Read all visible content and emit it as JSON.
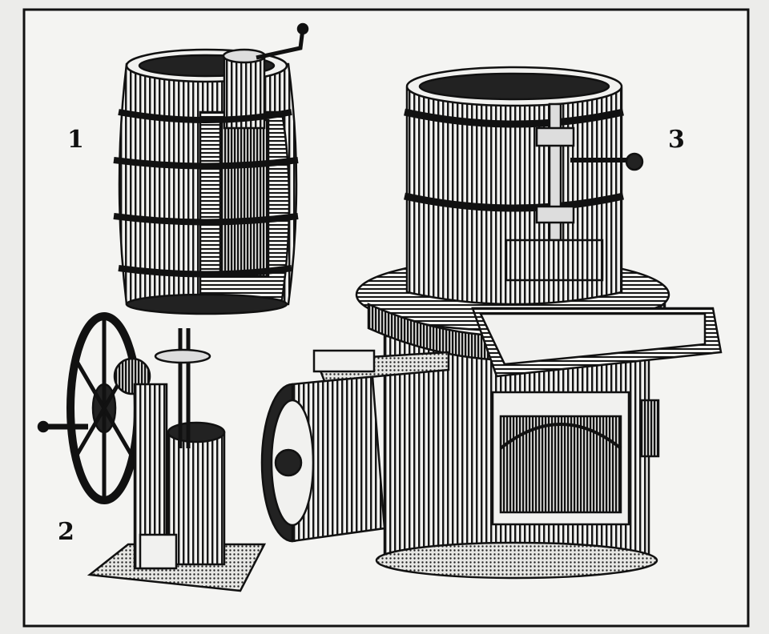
{
  "labels": {
    "one": "1",
    "two": "2",
    "three": "3"
  },
  "colors": {
    "paper": "#ececea",
    "ink": "#111111"
  },
  "objects": [
    "wooden-barrel-cutaway-icon",
    "hand-crank-churn-icon",
    "large-geared-press-icon"
  ]
}
